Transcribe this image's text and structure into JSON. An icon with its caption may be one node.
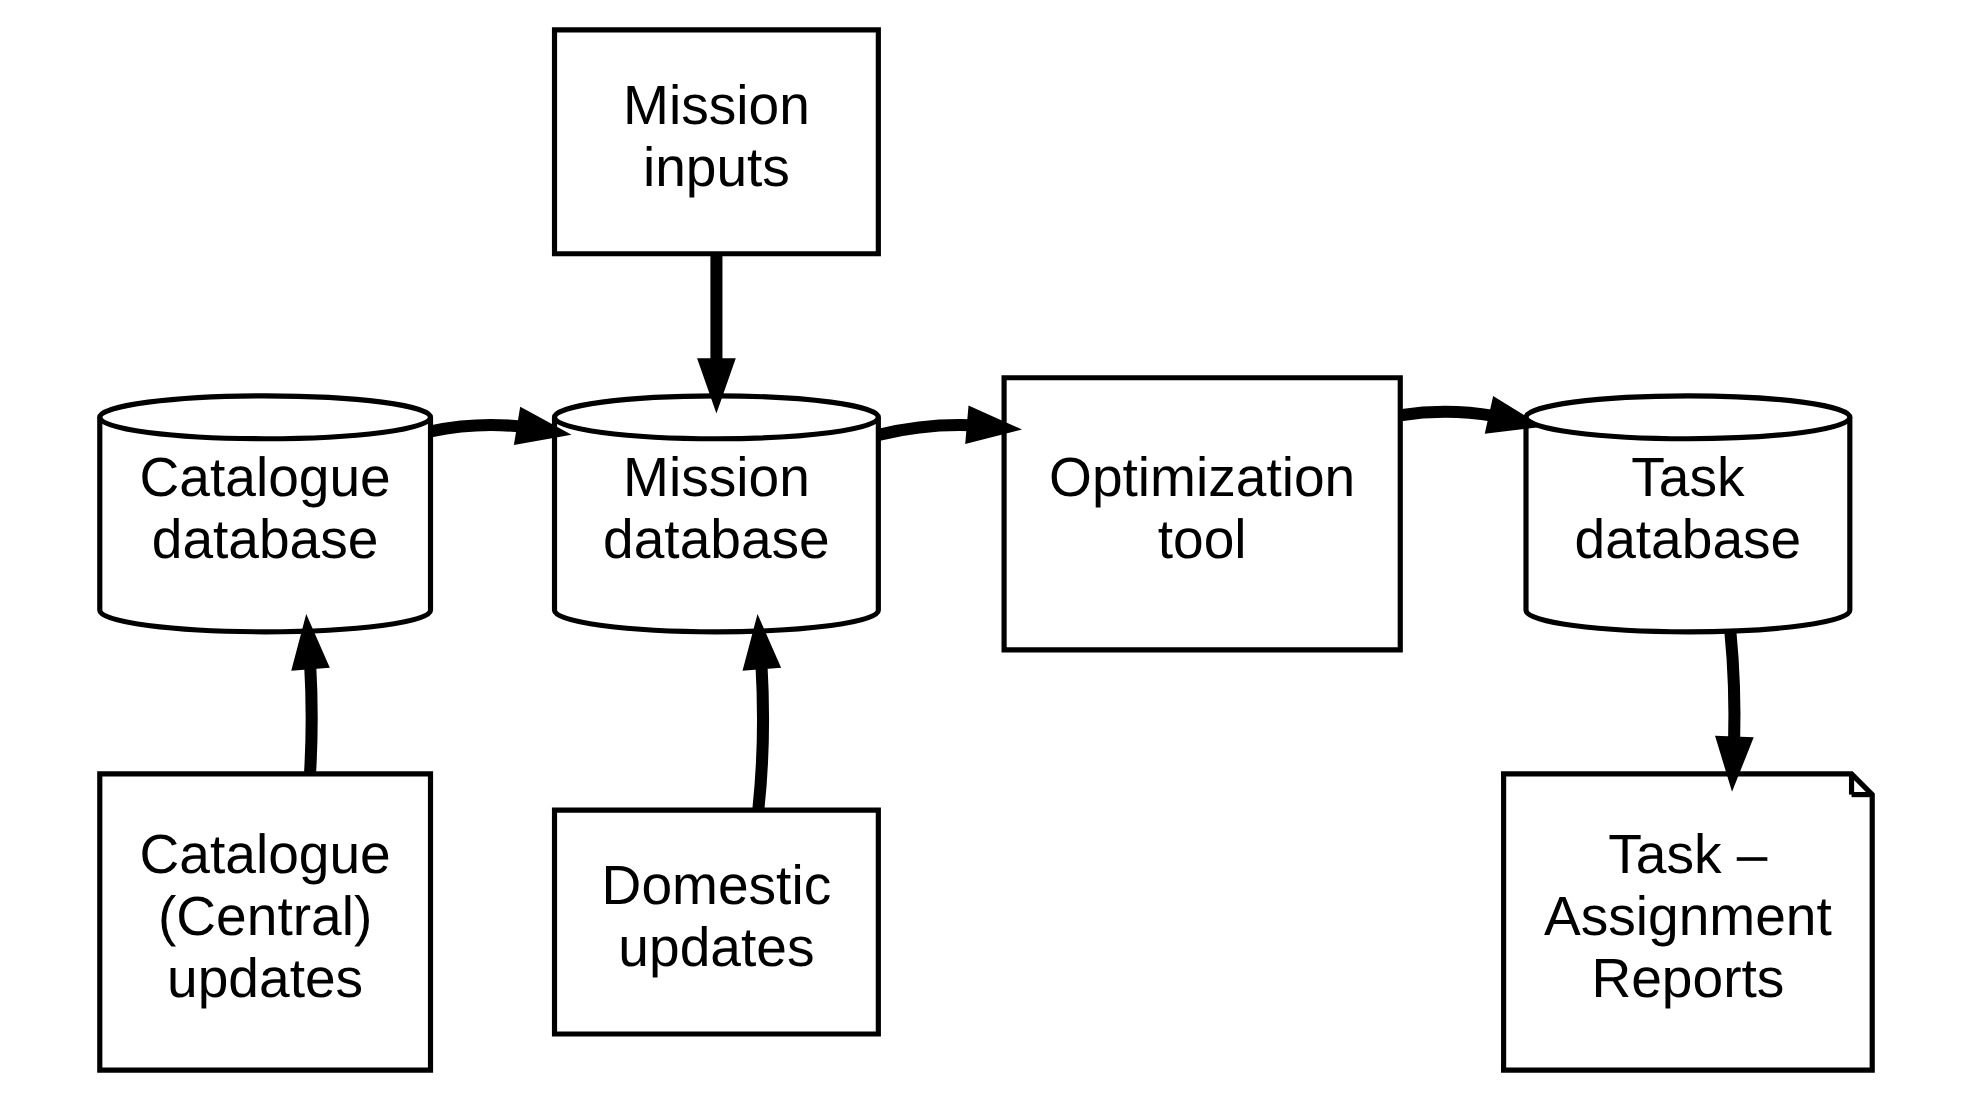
{
  "diagram": {
    "nodes": [
      {
        "text": [
          "Mission inputs"
        ]
      },
      {
        "text": [
          "Catalogue database"
        ]
      },
      {
        "text": [
          "Mission database"
        ]
      },
      {
        "text": [
          "Optimization tool"
        ]
      },
      {
        "text": [
          "Task database"
        ]
      },
      {
        "text": [
          "Catalogue (Central) updates"
        ]
      },
      {
        "text": [
          "Domestic updates"
        ]
      },
      {
        "text": [
          "Task – Assignment Reports"
        ]
      }
    ],
    "edges": [
      {
        "from": 0,
        "to": 2,
        "arrow": "to"
      },
      {
        "from": 1,
        "to": 2,
        "arrow": "to"
      },
      {
        "from": 2,
        "to": 3,
        "arrow": "to"
      },
      {
        "from": 3,
        "to": 4,
        "arrow": "to"
      },
      {
        "from": 5,
        "to": 1,
        "arrow": "to"
      },
      {
        "from": 6,
        "to": 2,
        "arrow": "to"
      },
      {
        "from": 4,
        "to": 7,
        "arrow": "to"
      }
    ]
  }
}
